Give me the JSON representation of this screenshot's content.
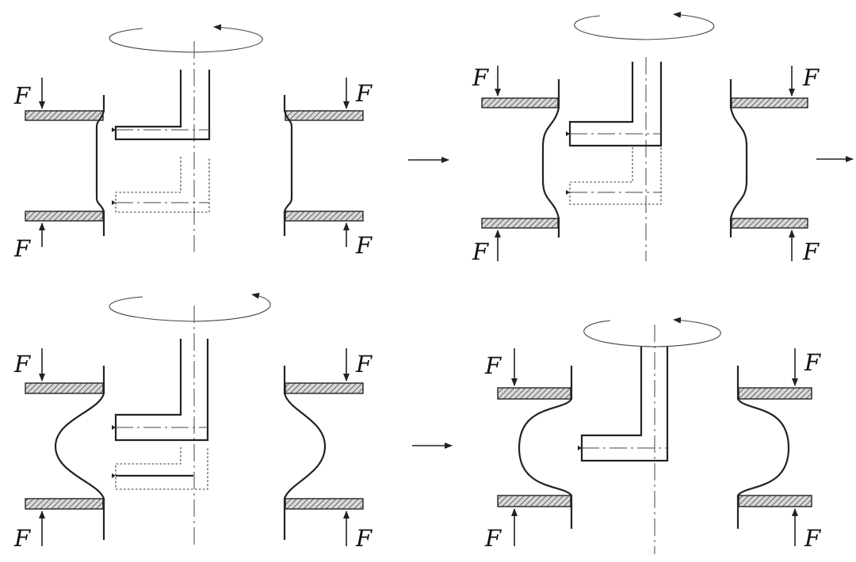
{
  "force_label": "F",
  "panels": [
    {
      "id": "stage-1",
      "stage": 1
    },
    {
      "id": "stage-2",
      "stage": 2
    },
    {
      "id": "stage-3",
      "stage": 3
    },
    {
      "id": "stage-4",
      "stage": 4
    }
  ],
  "colors": {
    "stroke": "#222222",
    "hatch": "#555555",
    "background": "#ffffff"
  }
}
